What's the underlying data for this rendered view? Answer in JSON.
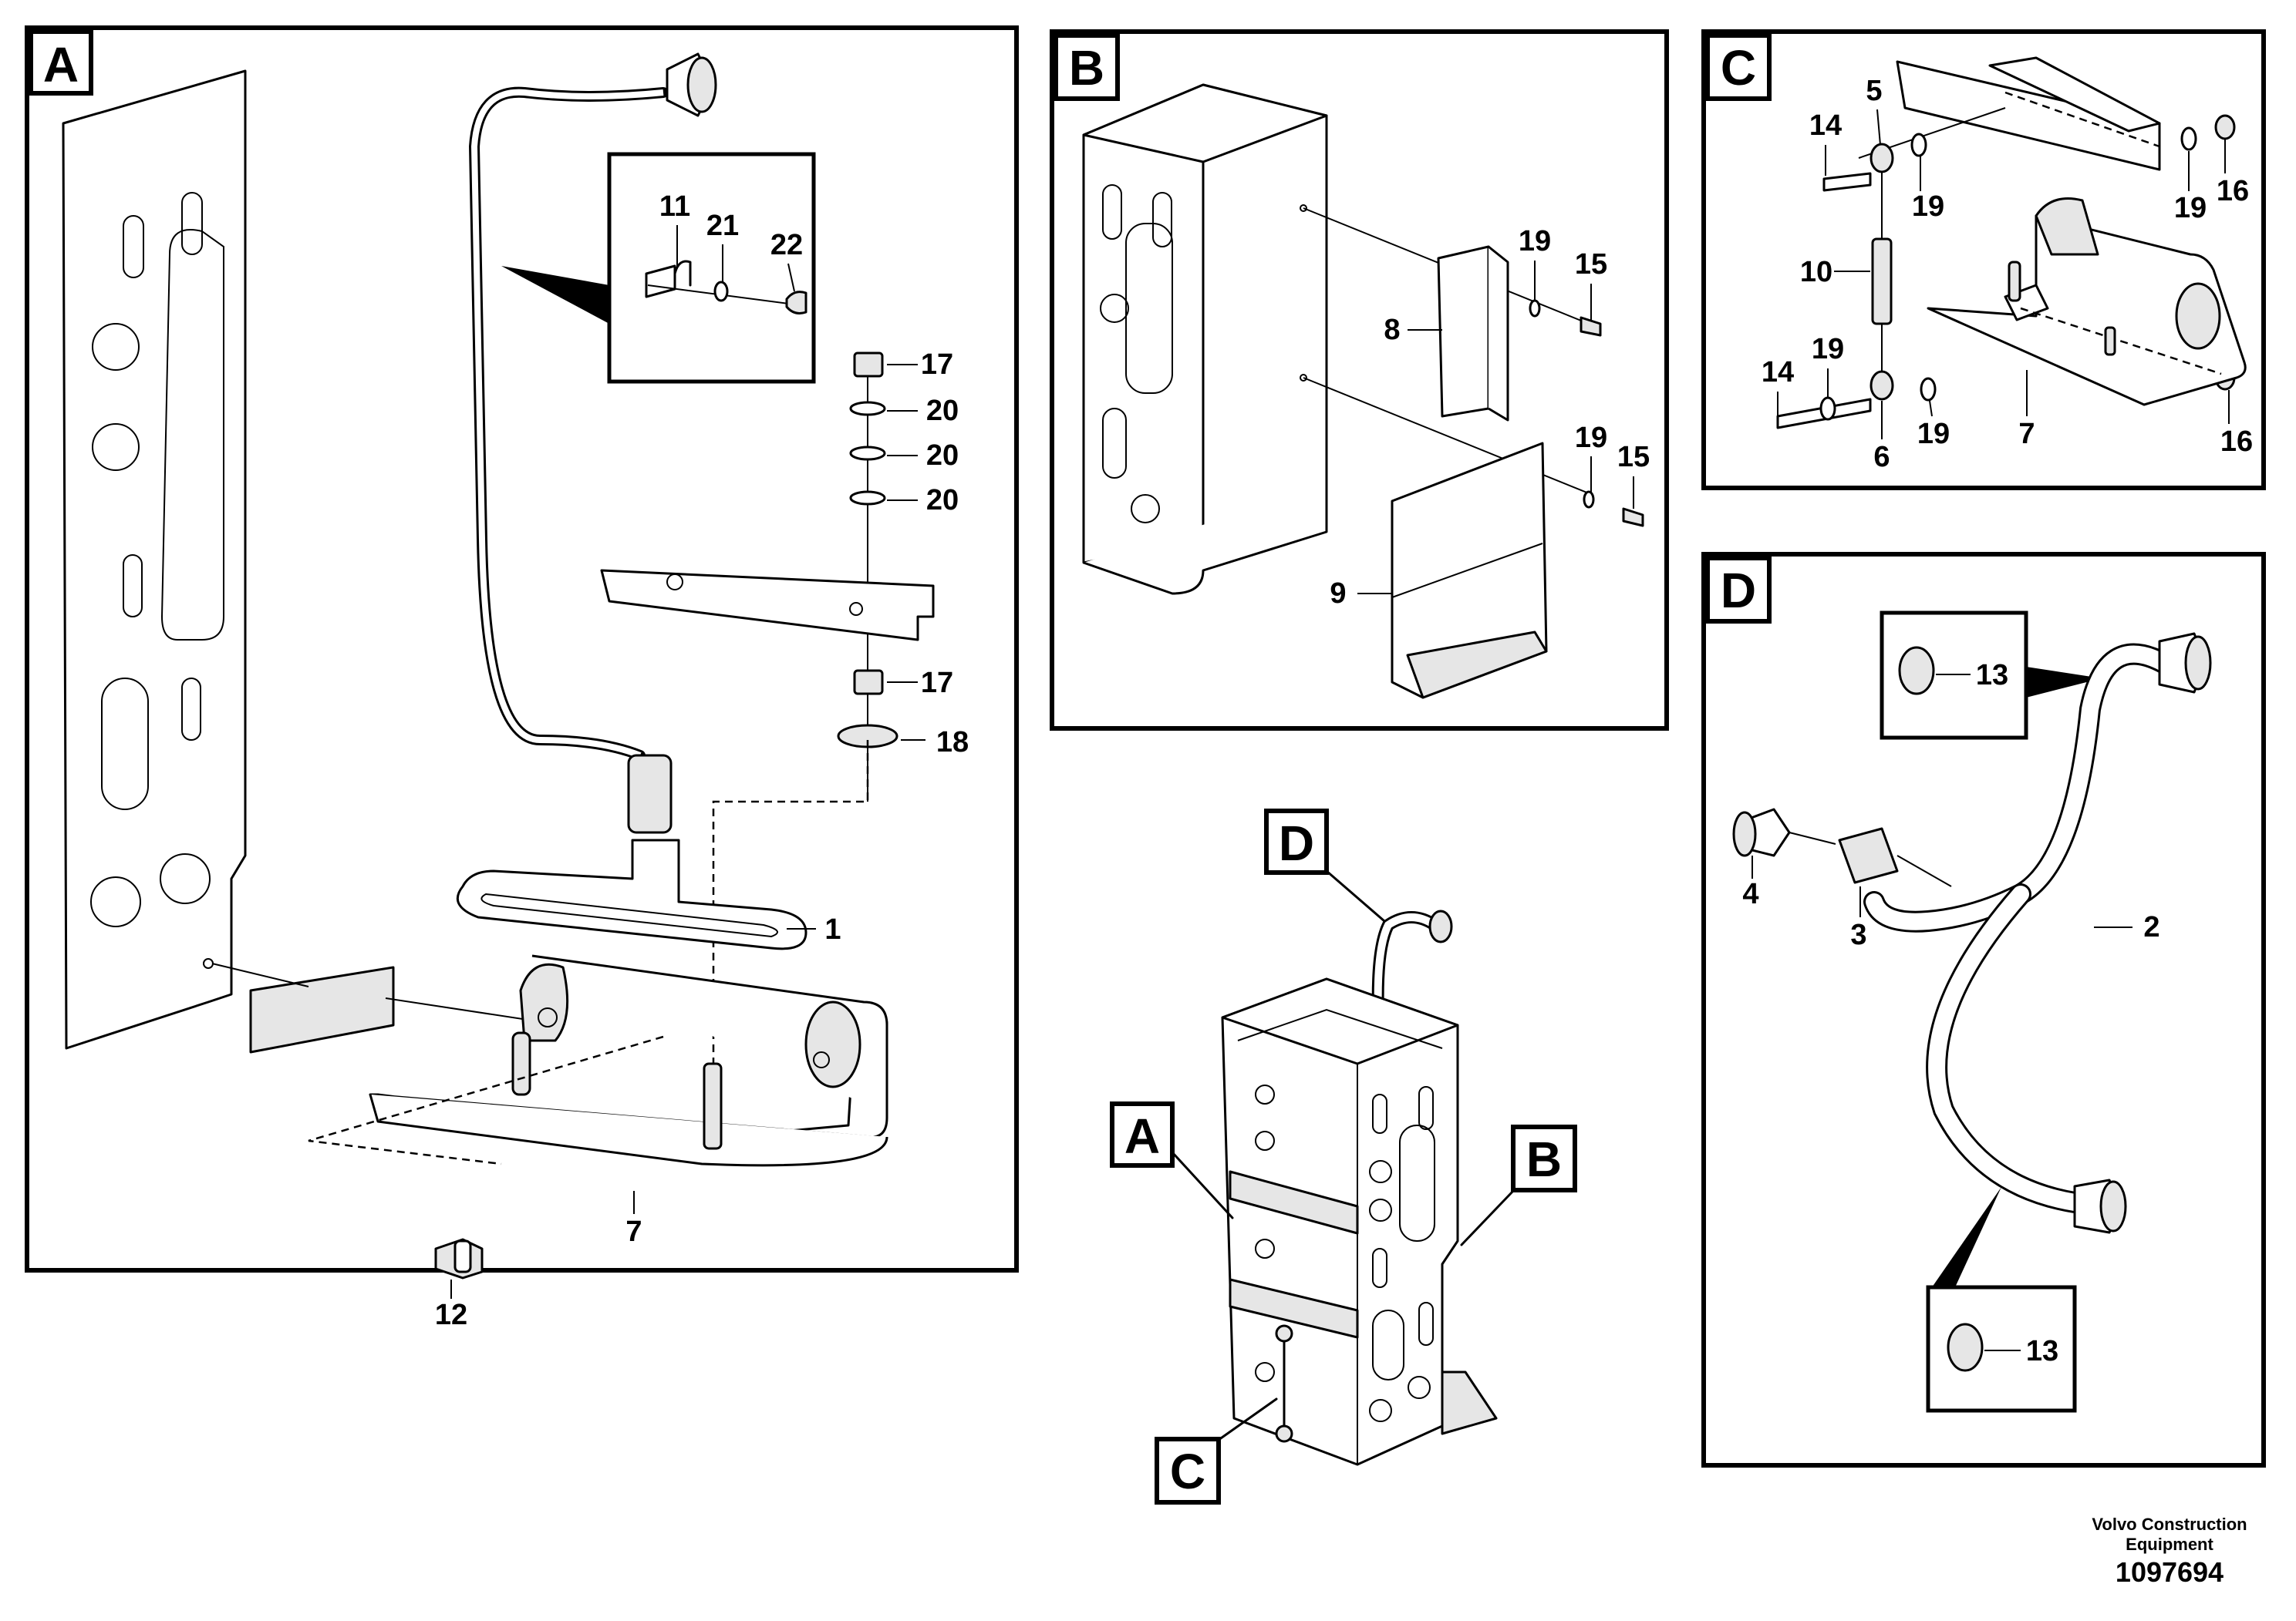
{
  "panels": {
    "A": {
      "label": "A",
      "callouts": {
        "p11": "11",
        "p21": "21",
        "p22": "22",
        "p17a": "17",
        "p20a": "20",
        "p20b": "20",
        "p20c": "20",
        "p17b": "17",
        "p18": "18",
        "p1": "1",
        "p12": "12",
        "p7": "7"
      }
    },
    "B": {
      "label": "B",
      "callouts": {
        "p19a": "19",
        "p15a": "15",
        "p8": "8",
        "p19b": "19",
        "p15b": "15",
        "p9": "9"
      }
    },
    "C": {
      "label": "C",
      "callouts": {
        "p14a": "14",
        "p5": "5",
        "p19a": "19",
        "p19b": "19",
        "p16a": "16",
        "p10": "10",
        "p14b": "14",
        "p19c": "19",
        "p19d": "19",
        "p7": "7",
        "p6": "6",
        "p16b": "16"
      }
    },
    "D": {
      "label": "D",
      "callouts": {
        "p13a": "13",
        "p4": "4",
        "p3": "3",
        "p2": "2",
        "p13b": "13"
      }
    }
  },
  "overview": {
    "tag_D": "D",
    "tag_A": "A",
    "tag_B": "B",
    "tag_C": "C"
  },
  "footer": {
    "company_line1": "Volvo Construction",
    "company_line2": "Equipment",
    "drawing_number": "1097694"
  }
}
